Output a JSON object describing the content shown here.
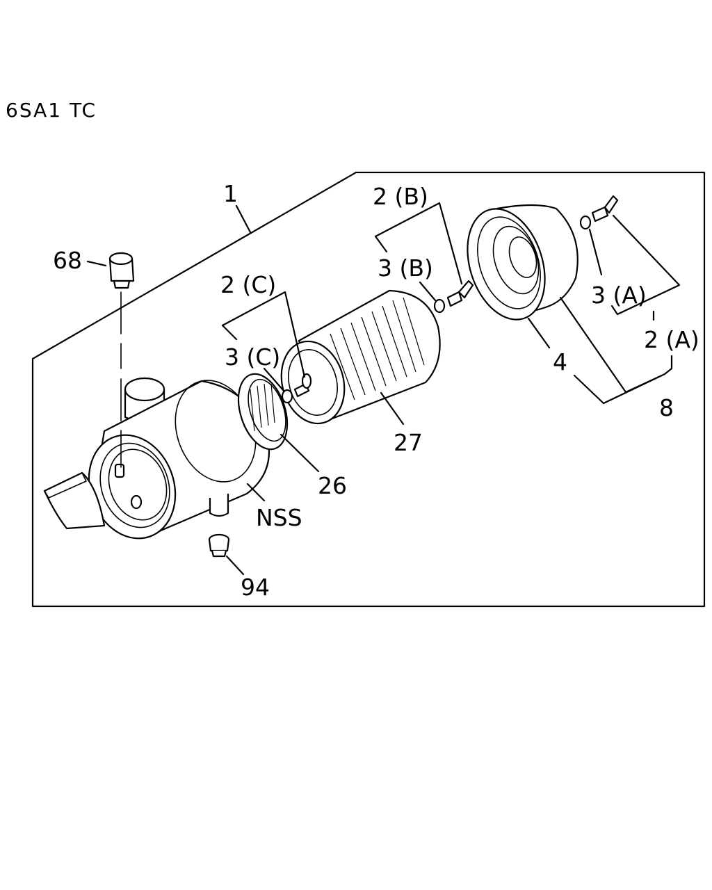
{
  "diagram": {
    "model": "6SA1 TC",
    "callouts": {
      "c1": "1",
      "c68": "68",
      "c2b": "2 (B)",
      "c3b": "3 (B)",
      "c2c": "2 (C)",
      "c3c": "3 (C)",
      "c3a": "3 (A)",
      "c2a": "2 (A)",
      "c4": "4",
      "c8": "8",
      "c27": "27",
      "c26": "26",
      "nss": "NSS",
      "c94": "94"
    }
  }
}
